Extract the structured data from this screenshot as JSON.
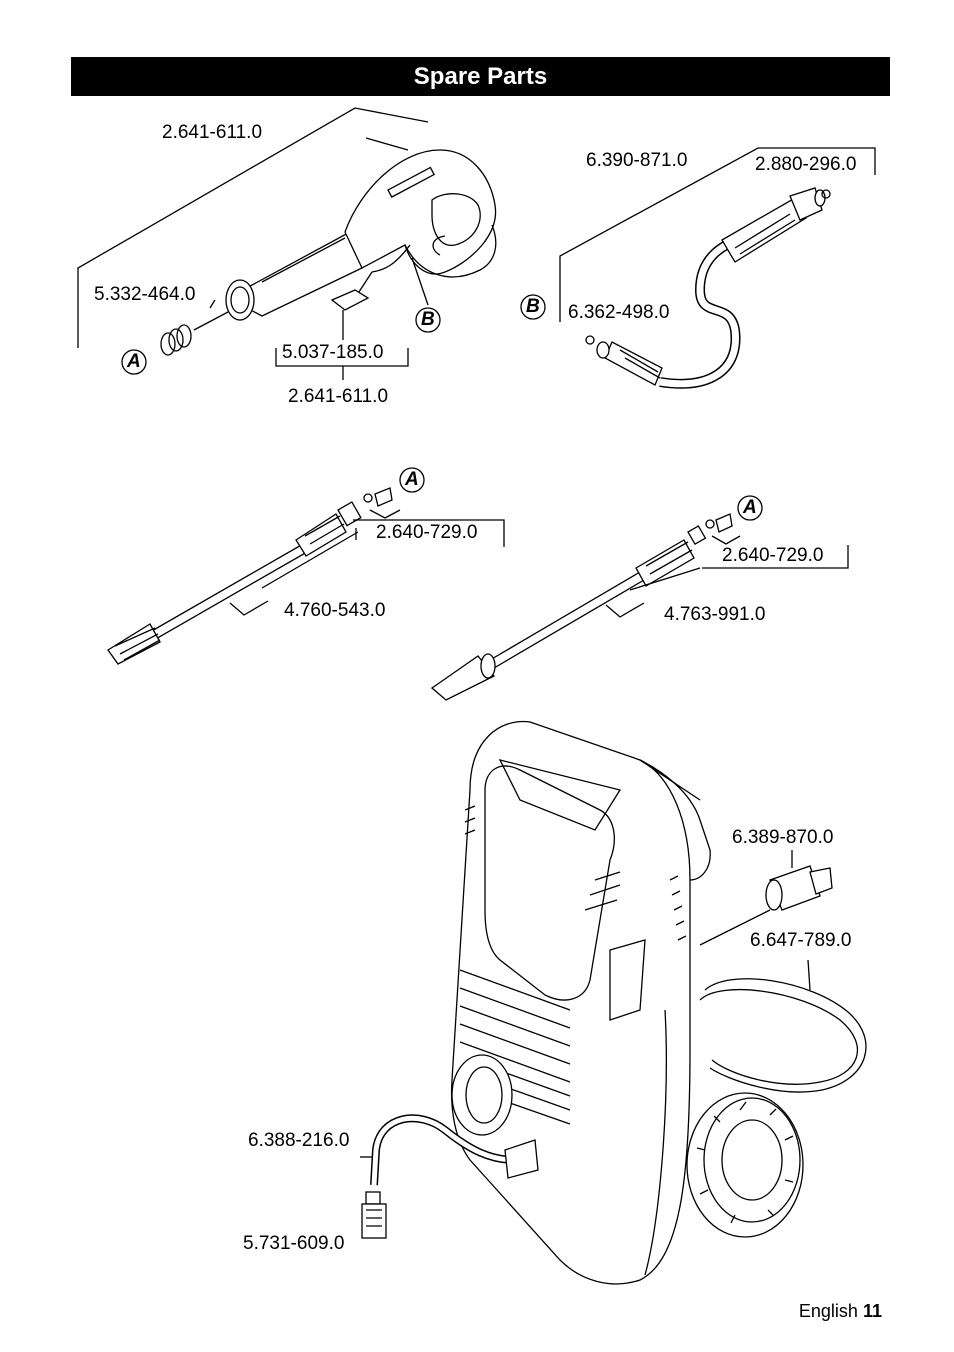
{
  "page": {
    "title": "Spare Parts"
  },
  "part_numbers": {
    "gun_top": "2.641-611.0",
    "gun_orings": "5.332-464.0",
    "gun_clip": "5.037-185.0",
    "gun_bottom": "2.641-611.0",
    "hose": "6.390-871.0",
    "hose_oring": "2.880-296.0",
    "hose_end_oring": "6.362-498.0",
    "lance1_nozzle": "2.640-729.0",
    "lance1": "4.760-543.0",
    "lance2_nozzle": "2.640-729.0",
    "lance2": "4.763-991.0",
    "water_connector": "6.389-870.0",
    "garden_hose": "6.647-789.0",
    "detergent_hose": "6.388-216.0",
    "detergent_filter": "5.731-609.0"
  },
  "callouts": {
    "a": "A",
    "b": "B"
  },
  "footer": {
    "language": "English",
    "page_number": "11"
  }
}
